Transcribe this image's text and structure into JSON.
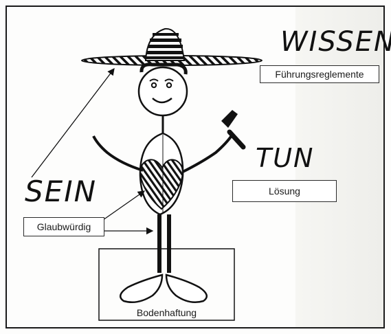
{
  "words": {
    "wissen": "WISSEN",
    "tun": "TUN",
    "sein": "SEIN"
  },
  "labels": {
    "fuehrung": "Führungsreglemente",
    "loesung": "Lösung",
    "glaub": "Glaubwürdig",
    "boden": "Bodenhaftung"
  },
  "colors": {
    "ink": "#111111",
    "background": "#fdfdfc"
  }
}
